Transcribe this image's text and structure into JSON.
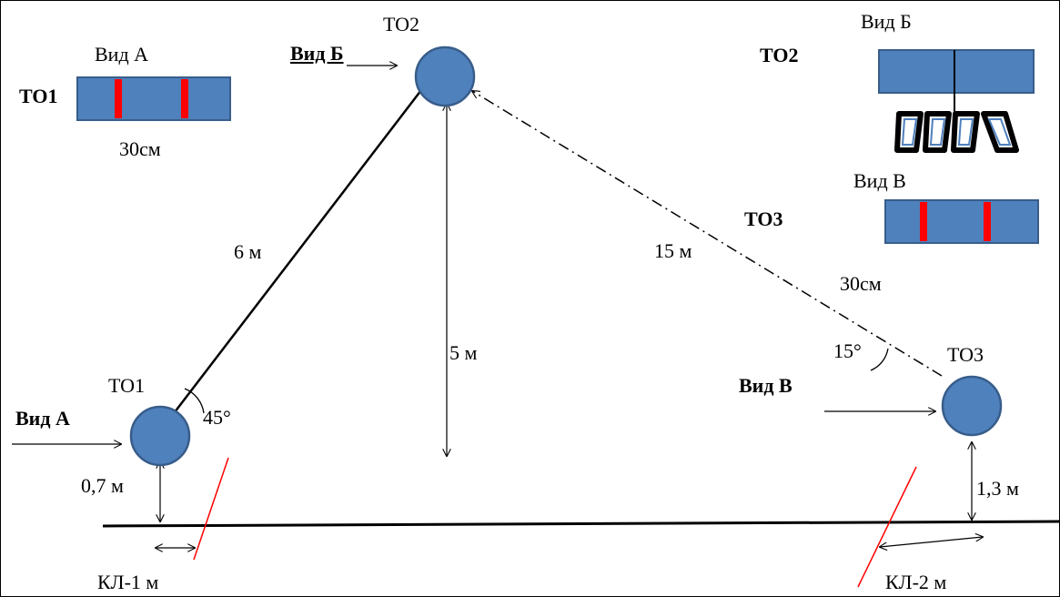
{
  "labels": {
    "to2_top": "ТО2",
    "to1_node": "ТО1",
    "to3_node": "ТО3",
    "view_a_inset": "Вид А",
    "to1_inset": "ТО1",
    "size_30_left": "30см",
    "view_b_arrow": "Вид Б",
    "to2_inset": "ТО2",
    "view_b_inset": "Вид Б",
    "view_v_inset": "Вид В",
    "to3_inset": "ТО3",
    "size_30_right": "30см",
    "dist_6": "6 м",
    "dist_5": "5 м",
    "dist_15": "15 м",
    "angle_15": "15°",
    "angle_45": "45°",
    "view_a_arrow": "Вид А",
    "view_v_arrow": "Вид В",
    "h_07": "0,7 м",
    "h_13": "1,3 м",
    "kl1": "КЛ-1 м",
    "kl2": "КЛ-2 м"
  },
  "colors": {
    "node_fill": "#4f81bd",
    "node_stroke": "#385d8a",
    "stripe": "#ff0000",
    "cut_line": "#ff0000",
    "line": "#000000"
  }
}
